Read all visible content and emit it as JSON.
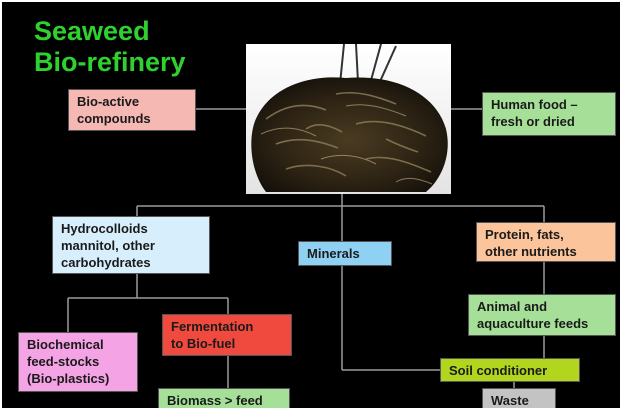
{
  "title": {
    "line1": "Seaweed",
    "line2": "Bio-refinery"
  },
  "image": {
    "subject": "seaweed-photo"
  },
  "nodes": {
    "bioactive": {
      "lines": [
        "Bio-active",
        "compounds"
      ],
      "color": "#f6b8b2"
    },
    "human_food": {
      "lines": [
        "Human food –",
        "fresh or dried"
      ],
      "color": "#a6e098"
    },
    "hydrocolloids": {
      "lines": [
        "Hydrocolloids",
        "mannitol, other",
        "carbohydrates"
      ],
      "color": "#d7eefc"
    },
    "minerals": {
      "lines": [
        "Minerals"
      ],
      "color": "#8fd1f2"
    },
    "protein": {
      "lines": [
        "Protein, fats,",
        "other nutrients"
      ],
      "color": "#fbc49a"
    },
    "biochemical": {
      "lines": [
        "Biochemical",
        "feed-stocks",
        "(Bio-plastics)"
      ],
      "color": "#f4a3e4"
    },
    "fermentation": {
      "lines": [
        "Fermentation",
        "to Bio-fuel"
      ],
      "color": "#f04a3e"
    },
    "animal_feeds": {
      "lines": [
        "Animal and",
        "aquaculture feeds"
      ],
      "color": "#a6e098"
    },
    "soil": {
      "lines": [
        "Soil conditioner"
      ],
      "color": "#b2d61e"
    },
    "biomass": {
      "lines": [
        "Biomass > feed"
      ],
      "color": "#a6e098"
    },
    "waste": {
      "lines": [
        "Waste"
      ],
      "color": "#c3c3c3"
    }
  },
  "colors": {
    "background": "#000000",
    "title": "#2fd12f",
    "connector": "#9a9a9a"
  }
}
